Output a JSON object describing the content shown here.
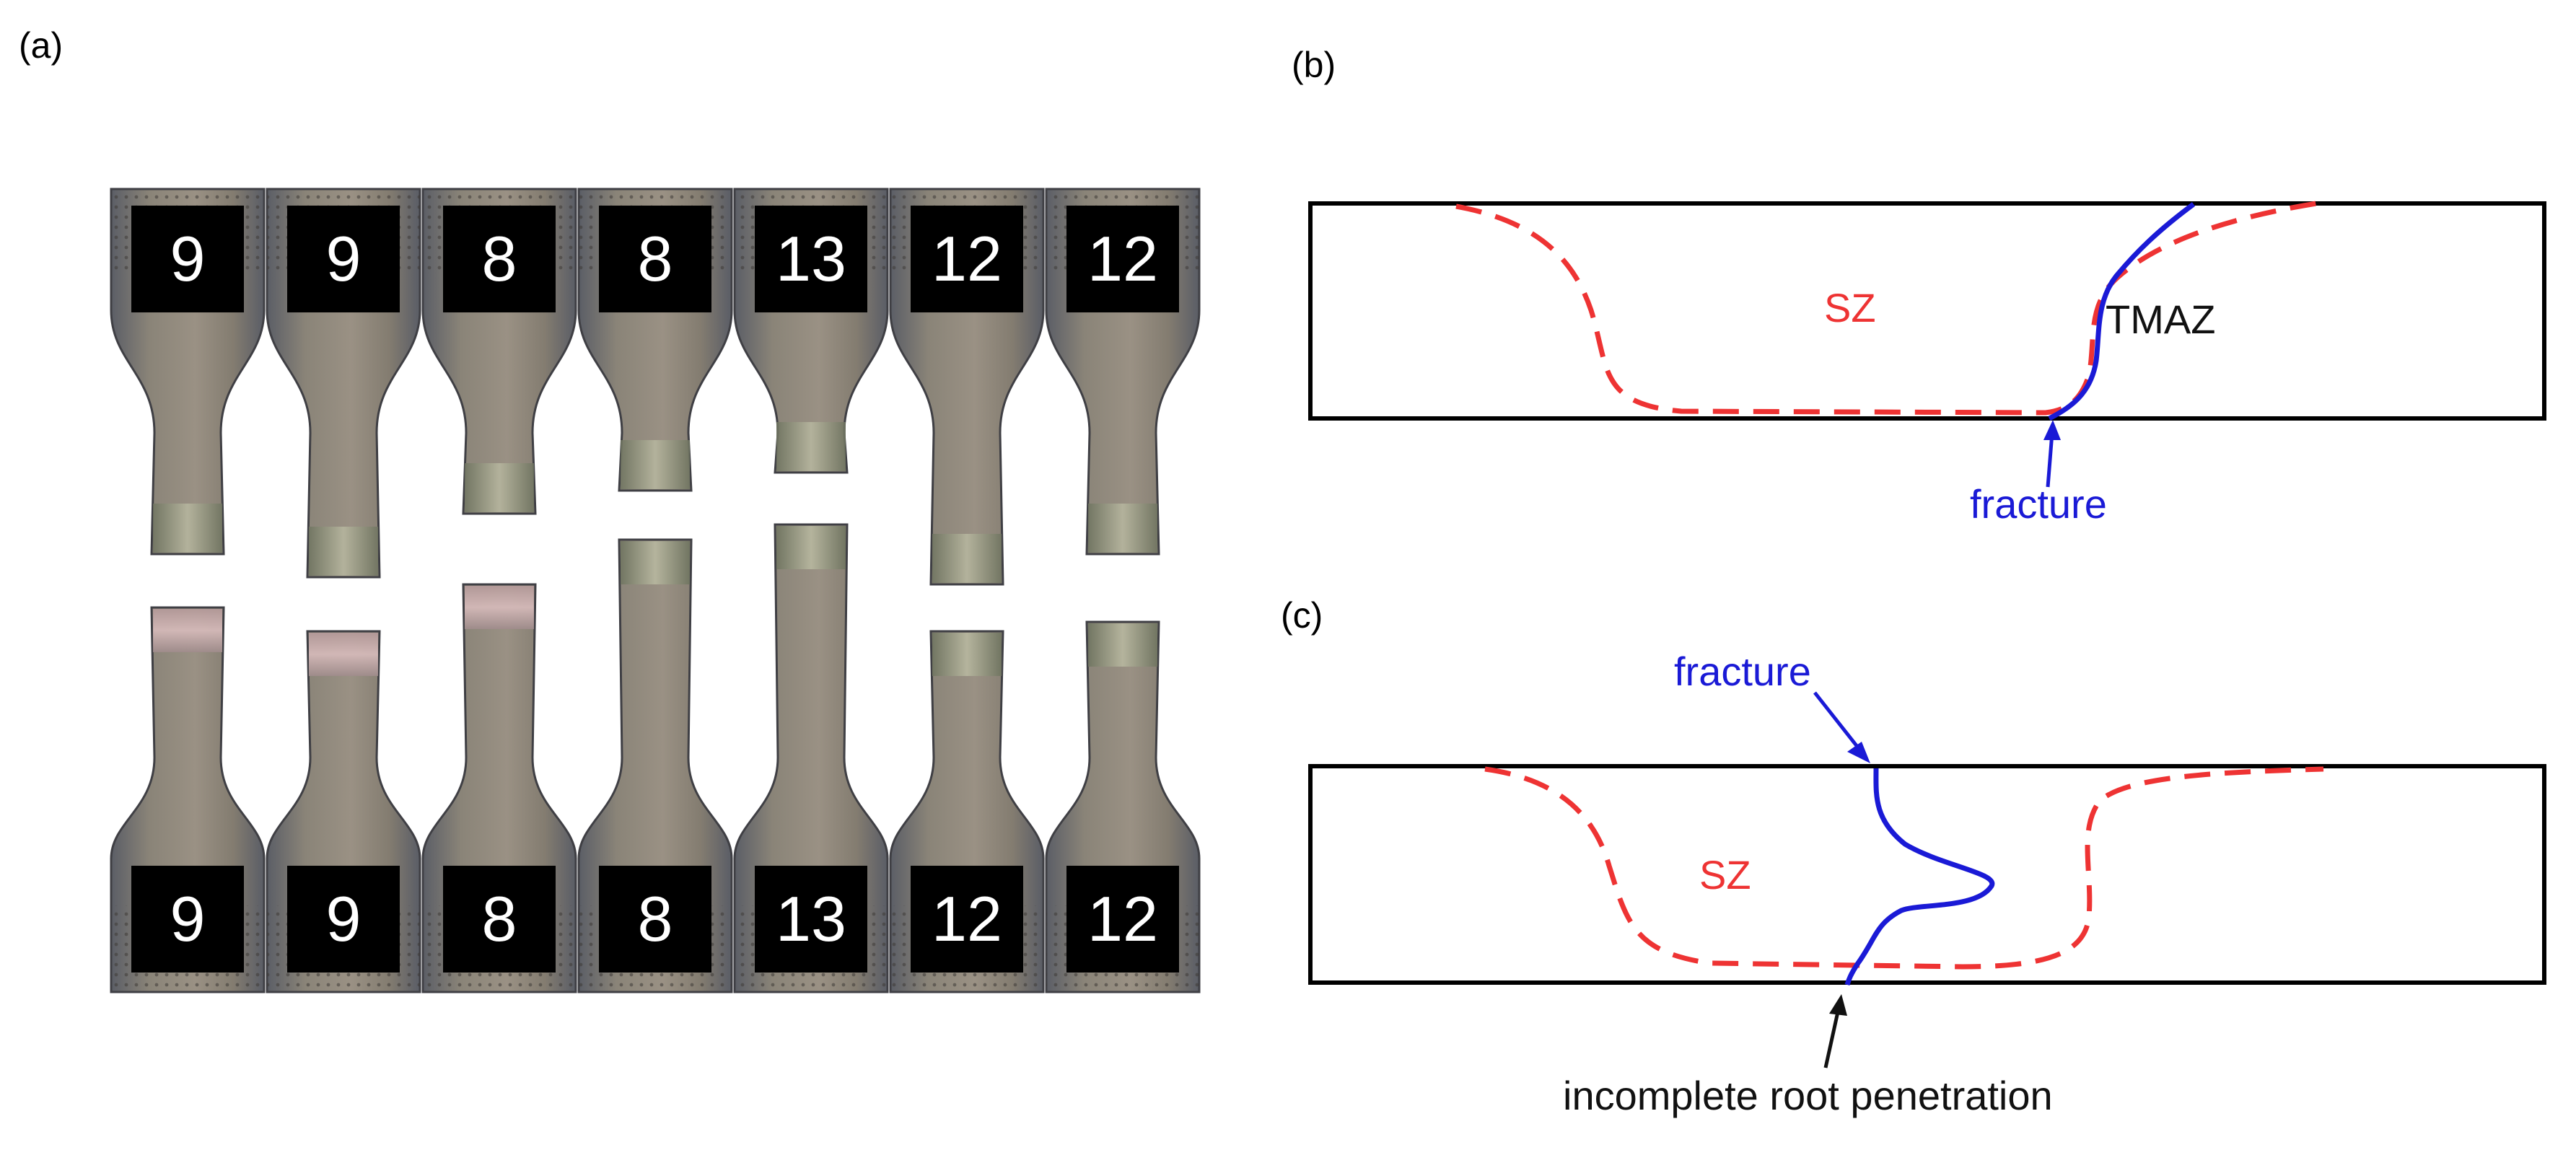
{
  "panel_labels": {
    "a": "(a)",
    "b": "(b)",
    "c": "(c)"
  },
  "photo": {
    "top_numbers": [
      "9",
      "9",
      "8",
      "8",
      "13",
      "12",
      "12"
    ],
    "bottom_numbers": [
      "9",
      "9",
      "8",
      "8",
      "13",
      "12",
      "12"
    ]
  },
  "diagram_b": {
    "sz_label": "SZ",
    "tmaz_label": "TMAZ",
    "fracture_label": "fracture"
  },
  "diagram_c": {
    "sz_label": "SZ",
    "fracture_label": "fracture",
    "root_label": "incomplete root penetration"
  },
  "colors": {
    "sz_boundary": "#ee3333",
    "fracture": "#1a1ad6",
    "outline": "#000000",
    "specimen_metal": "#7d7a72",
    "badge": "#000000"
  }
}
